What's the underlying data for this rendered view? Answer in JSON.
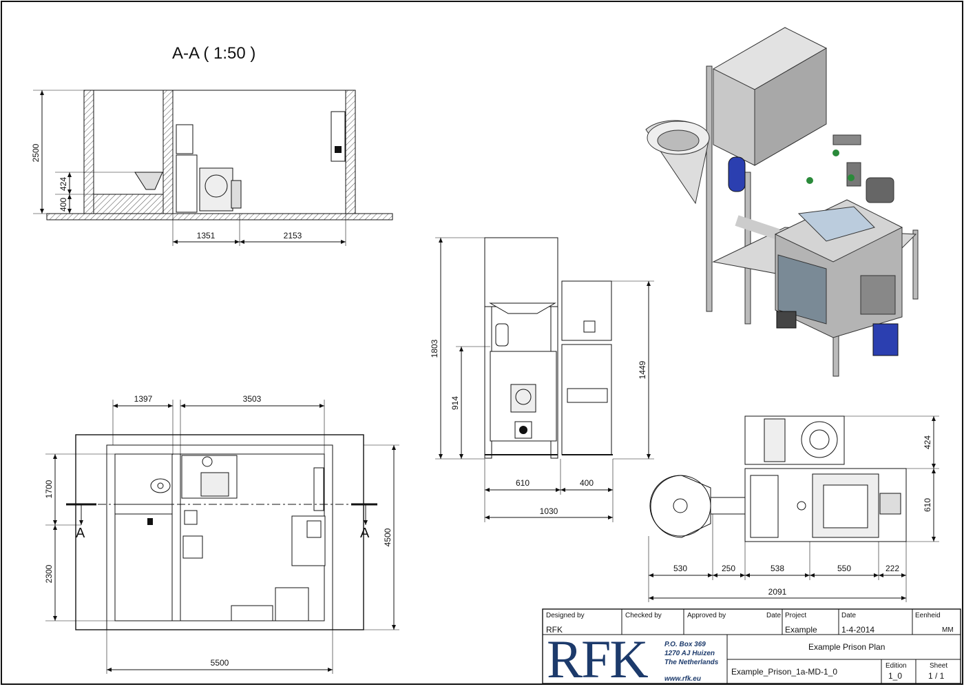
{
  "drawing": {
    "section_title": "A-A ( 1:50 )",
    "section_marker": "A",
    "dims": {
      "d2500": "2500",
      "d424a": "424",
      "d400a": "400",
      "d1351": "1351",
      "d2153": "2153",
      "d1397": "1397",
      "d3503": "3503",
      "d1700": "1700",
      "d2300": "2300",
      "d4500": "4500",
      "d5500": "5500",
      "d1803": "1803",
      "d914": "914",
      "d1449": "1449",
      "d610a": "610",
      "d400b": "400",
      "d1030": "1030",
      "d424b": "424",
      "d610b": "610",
      "d530": "530",
      "d250": "250",
      "d538": "538",
      "d550": "550",
      "d222": "222",
      "d2091": "2091"
    }
  },
  "title_block": {
    "designed_by_label": "Designed by",
    "designed_by": "RFK",
    "checked_by_label": "Checked by",
    "approved_by_label": "Approved by",
    "date_label_1": "Date",
    "project_label": "Project",
    "project": "Example",
    "date_label_2": "Date",
    "date": "1-4-2014",
    "unit_label": "Eenheid",
    "unit": "MM",
    "company_logo": "RFK",
    "address_line1": "P.O. Box 369",
    "address_line2": "1270 AJ  Huizen",
    "address_line3": "The Netherlands",
    "website": "www.rfk.eu",
    "title": "Example Prison Plan",
    "file_name": "Example_Prison_1a-MD-1_0",
    "edition_label": "Edition",
    "edition": "1_0",
    "sheet_label": "Sheet",
    "sheet": "1 / 1"
  }
}
